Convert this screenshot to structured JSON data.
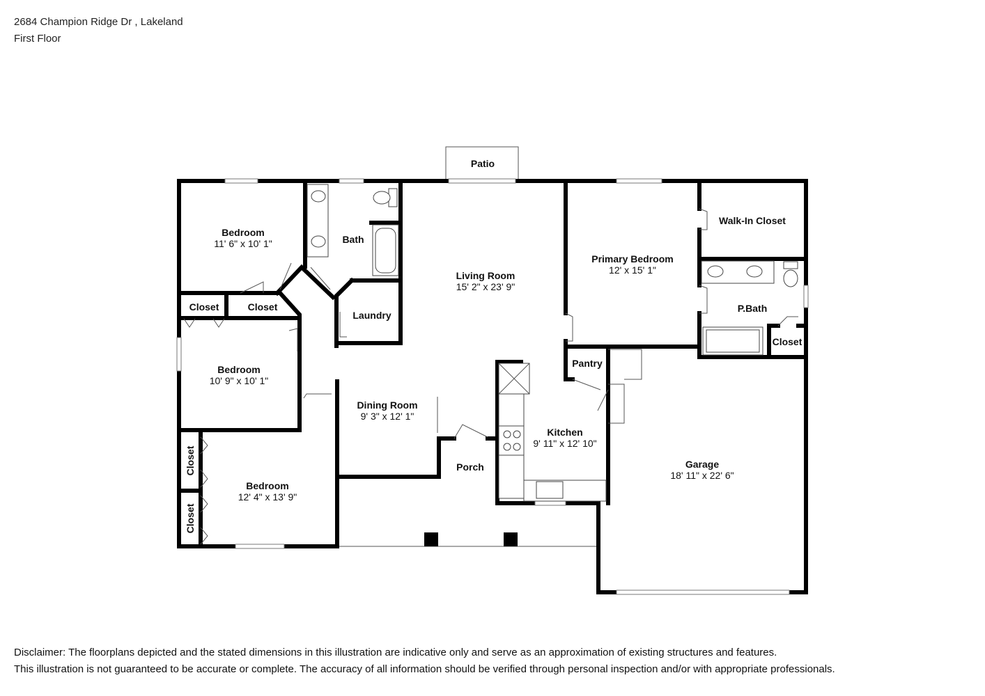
{
  "header": {
    "address": "2684 Champion Ridge Dr , Lakeland",
    "floor": "First Floor"
  },
  "rooms": {
    "patio": {
      "name": "Patio"
    },
    "bedroom1": {
      "name": "Bedroom",
      "dims": "11' 6\" x 10' 1\""
    },
    "bath": {
      "name": "Bath"
    },
    "living": {
      "name": "Living Room",
      "dims": "15' 2\" x 23' 9\""
    },
    "primary": {
      "name": "Primary Bedroom",
      "dims": "12' x 15' 1\""
    },
    "walkin": {
      "name": "Walk-In Closet"
    },
    "closet_a": {
      "name": "Closet"
    },
    "closet_b": {
      "name": "Closet"
    },
    "laundry": {
      "name": "Laundry"
    },
    "pbath": {
      "name": "P.Bath"
    },
    "closet_pb": {
      "name": "Closet"
    },
    "bedroom2": {
      "name": "Bedroom",
      "dims": "10' 9\" x 10' 1\""
    },
    "pantry": {
      "name": "Pantry"
    },
    "dining": {
      "name": "Dining Room",
      "dims": "9' 3\" x 12' 1\""
    },
    "kitchen": {
      "name": "Kitchen",
      "dims": "9' 11\" x 12' 10\""
    },
    "garage": {
      "name": "Garage",
      "dims": "18' 11\" x 22' 6\""
    },
    "porch": {
      "name": "Porch"
    },
    "bedroom3": {
      "name": "Bedroom",
      "dims": "12' 4\" x 13' 9\""
    },
    "closet_v1": {
      "name": "Closet"
    },
    "closet_v2": {
      "name": "Closet"
    }
  },
  "disclaimer": {
    "line1": "Disclaimer: The floorplans depicted and the stated dimensions in this illustration are indicative only and serve as an approximation of existing structures and features.",
    "line2": "This illustration is not guaranteed to be accurate or complete. The accuracy of all information should be verified through personal inspection and/or with appropriate professionals."
  }
}
